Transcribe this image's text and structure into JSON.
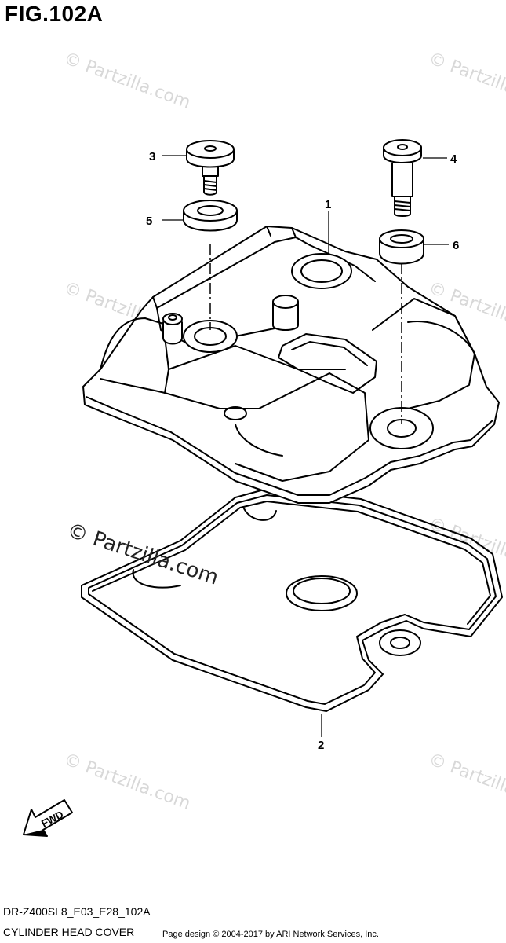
{
  "figure": {
    "title": "FIG.102A",
    "diagram_code": "DR-Z400SL8_E03_E28_102A",
    "diagram_name": "CYLINDER HEAD COVER"
  },
  "callouts": [
    "1",
    "2",
    "3",
    "4",
    "5",
    "6"
  ],
  "watermark": {
    "text": "© Partzilla.com",
    "color": "#d8d8d8"
  },
  "direction_marker": "FWD",
  "footer": {
    "credit": "Page design © 2004-2017 by ARI Network Services, Inc."
  }
}
